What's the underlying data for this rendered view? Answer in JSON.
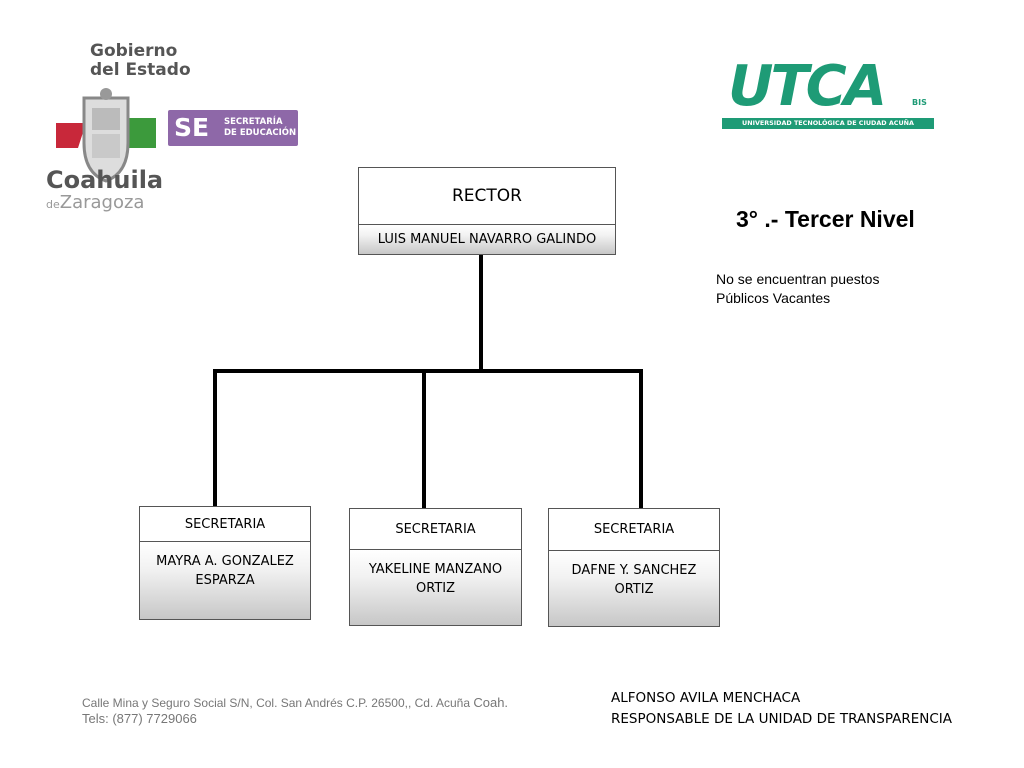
{
  "gov_logo": {
    "line1": "Gobierno",
    "line2": "del Estado",
    "se_badge": "SE",
    "se_text_1": "SECRETARÍA",
    "se_text_2": "DE EDUCACIÓN",
    "state": "Coahuila",
    "subtitle_prefix": "de",
    "subtitle": "Zaragoza",
    "colors": {
      "red": "#c8283a",
      "green": "#3c9a3c",
      "purple": "#8e68a8",
      "gray": "#555555"
    }
  },
  "utca_logo": {
    "wordmark": "UTCA",
    "bis": "BIS",
    "university": "UNIVERSIDAD TECNOLÓGICA DE CIUDAD ACUÑA",
    "color": "#1e9b76"
  },
  "org_chart": {
    "root": {
      "title": "RECTOR",
      "name": "LUIS MANUEL NAVARRO GALINDO"
    },
    "children": [
      {
        "title": "SECRETARIA",
        "name_line1": "MAYRA A. GONZALEZ",
        "name_line2": "ESPARZA"
      },
      {
        "title": "SECRETARIA",
        "name_line1": "YAKELINE MANZANO",
        "name_line2": "ORTIZ"
      },
      {
        "title": "SECRETARIA",
        "name_line1": "DAFNE Y. SANCHEZ",
        "name_line2": "ORTIZ"
      }
    ]
  },
  "level": {
    "title": "3° .- Tercer Nivel",
    "note_line1": "No se encuentran puestos",
    "note_line2": "Públicos Vacantes"
  },
  "footer": {
    "address_part1": "Calle  Mina y  Seguro Social S/N, Col. San Andrés C.P. 26500,, Cd. Acuña ",
    "address_part2": "Coah.",
    "phones": "Tels: (877) 7729066",
    "signer_name": "ALFONSO AVILA MENCHACA",
    "signer_role": "RESPONSABLE DE LA UNIDAD DE TRANSPARENCIA"
  }
}
